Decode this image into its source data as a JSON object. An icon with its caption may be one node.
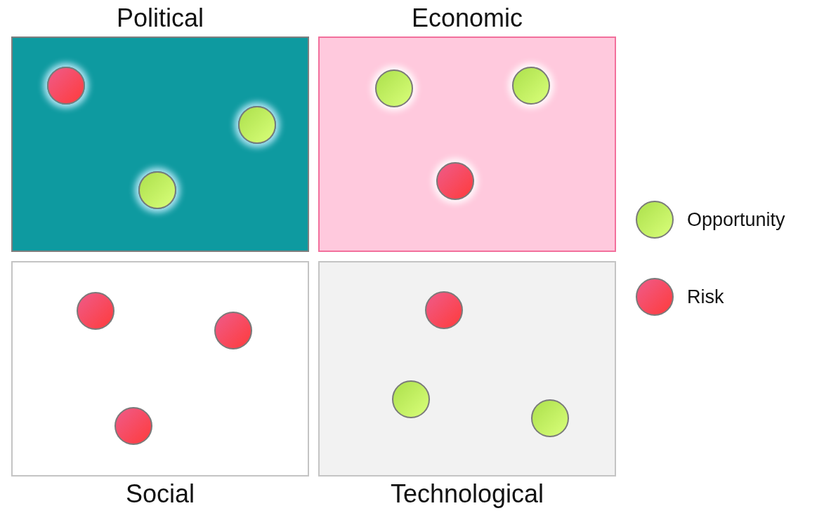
{
  "diagram": {
    "nodes": [
      {
        "text": [
          "Political"
        ]
      },
      {
        "text": [],
        "shape": "circle",
        "in": 0
      },
      {
        "text": [],
        "shape": "circle",
        "in": 0
      },
      {
        "text": [],
        "shape": "circle",
        "in": 0
      },
      {
        "text": [
          "Economic"
        ]
      },
      {
        "text": [],
        "shape": "circle",
        "in": 4
      },
      {
        "text": [],
        "shape": "circle",
        "in": 4
      },
      {
        "text": [],
        "shape": "circle",
        "in": 4
      },
      {
        "text": [
          "Social"
        ]
      },
      {
        "text": [],
        "shape": "circle",
        "in": 8
      },
      {
        "text": [],
        "shape": "circle",
        "in": 8
      },
      {
        "text": [],
        "shape": "circle",
        "in": 8
      },
      {
        "text": [
          "Technological"
        ]
      },
      {
        "text": [],
        "shape": "circle",
        "in": 12
      },
      {
        "text": [],
        "shape": "circle",
        "in": 12
      },
      {
        "text": [],
        "shape": "circle",
        "in": 12
      }
    ],
    "legend": [
      {
        "text": "Opportunity",
        "color": "#b5e655"
      },
      {
        "text": "Risk",
        "color": "#f2557a"
      }
    ]
  }
}
